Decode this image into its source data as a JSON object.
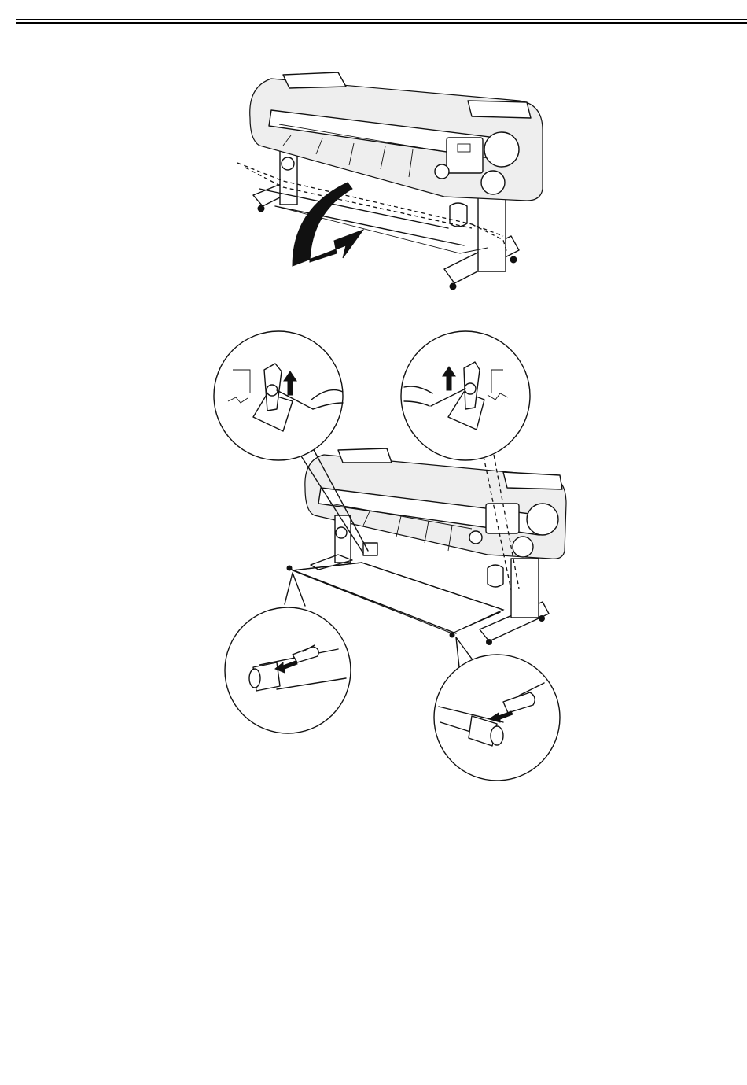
{
  "page": {
    "header_rule": "double-line",
    "illustrations": [
      {
        "name": "printer-with-basket-raised",
        "arrow": "curved-arrow-up"
      },
      {
        "name": "printer-with-basket-detail",
        "callouts": [
          "left-upper-holder",
          "right-upper-holder",
          "left-rod-end",
          "right-rod-end"
        ]
      }
    ]
  },
  "colors": {
    "line": "#111111",
    "background": "#ffffff",
    "fill_grey": "#dcdcdc"
  }
}
